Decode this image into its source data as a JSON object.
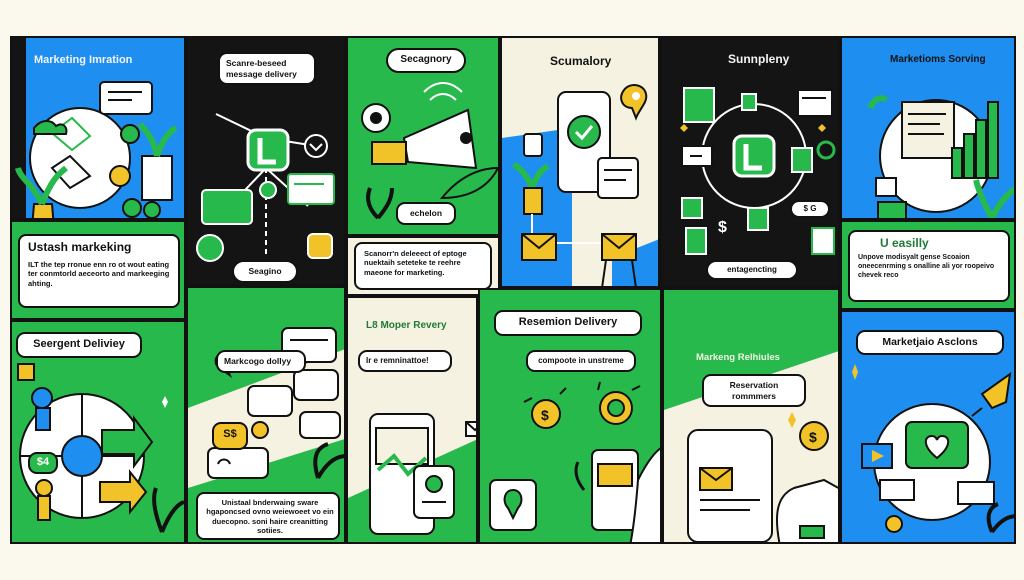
{
  "colors": {
    "green": "#27b94c",
    "blue": "#1e8ff0",
    "dark": "#141414",
    "cream": "#f6f2e2",
    "yellow": "#f2c229",
    "outline": "#111111"
  },
  "top": {
    "c1": {
      "title": "Marketing Imration"
    },
    "c2": {
      "bubble": "Scanre-beseed message delivery",
      "pill": "Seagino"
    },
    "c3": {
      "bubble": "Secagnory",
      "tag": "echelon",
      "caption": "Scanorr'n deleeect of eptoge nuektaih seteteke te reehre maeone for marketing."
    },
    "c4": {
      "title": "Scumalory"
    },
    "c5": {
      "title": "Sunnpleny",
      "pill": "entagencting",
      "chip": "$ G"
    },
    "c6": {
      "title": "Marketioms Sorving"
    }
  },
  "middle": {
    "left": {
      "title": "Ustash markeking",
      "body": "ILT the tep rronue enn ro ot wout eating ter conmtorld aeceorto and markeeging ahting."
    },
    "right": {
      "title": "U easilly",
      "body": "Unpove modisyalt gense Scoaion oneecenrming s onalline ali yor roopeivo chevek reco"
    }
  },
  "bottom": {
    "b1": {
      "bubble": "Seergent Deliviey",
      "badge": "$4"
    },
    "b2": {
      "bubble": "Markcogo dollyy",
      "chip": "S$",
      "body": "Unistaal bnderwaing sware hgaponcsed ovno weiewoeet vo ein duecopno. soni haire creanitting sotiies."
    },
    "b3": {
      "title": "L8 Moper Revery",
      "bubble": "Ir e remninattoe!"
    },
    "b4": {
      "bubble": "Resemion Delivery",
      "sub": "compoote in unstreme"
    },
    "b5": {
      "title": "Markeng Relhiules",
      "bubble": "Reservation rommmers"
    },
    "b6": {
      "bubble": "Marketjaio Asclons"
    }
  }
}
